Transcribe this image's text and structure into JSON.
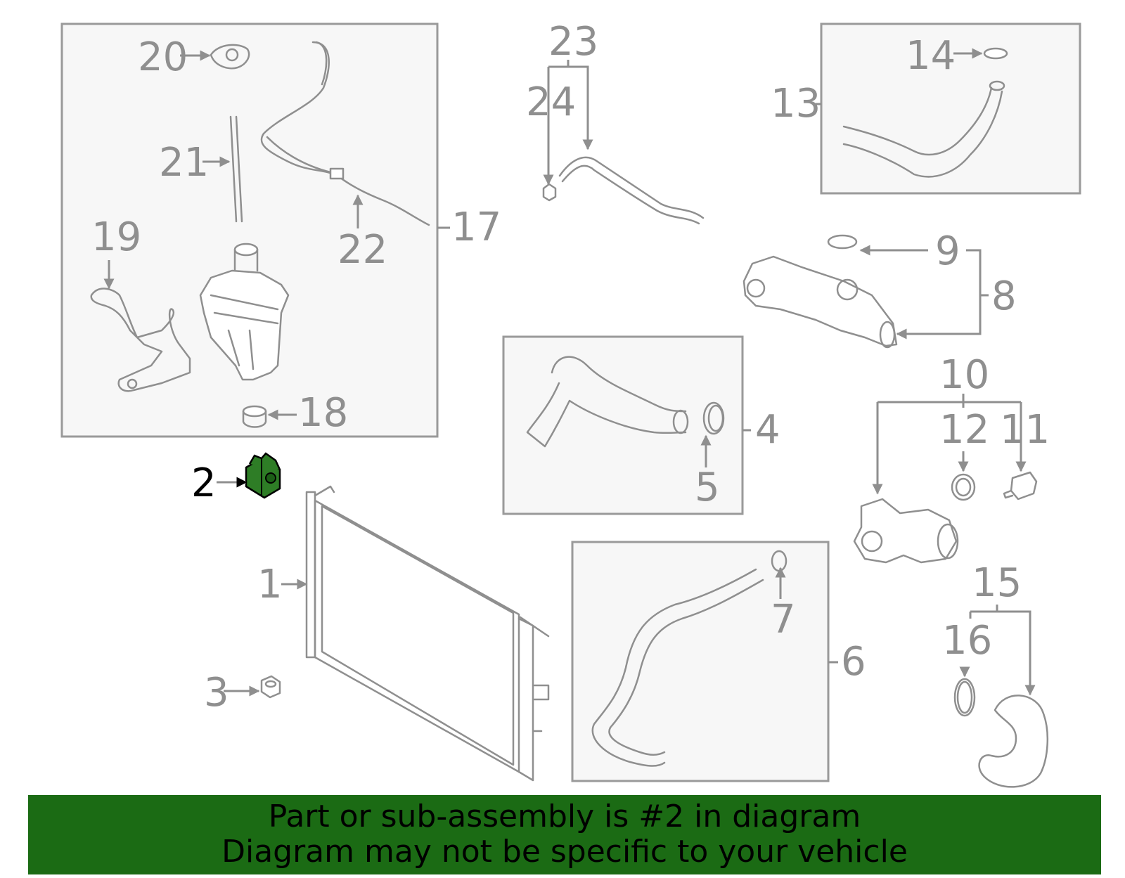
{
  "diagram": {
    "callouts": {
      "c1": "1",
      "c2": "2",
      "c3": "3",
      "c4": "4",
      "c5": "5",
      "c6": "6",
      "c7": "7",
      "c8": "8",
      "c9": "9",
      "c10": "10",
      "c11": "11",
      "c12": "12",
      "c13": "13",
      "c14": "14",
      "c15": "15",
      "c16": "16",
      "c17": "17",
      "c18": "18",
      "c19": "19",
      "c20": "20",
      "c21": "21",
      "c22": "22",
      "c23": "23",
      "c24": "24"
    },
    "highlight_color": "#1b6b14",
    "line_color": "#8f8f8f"
  },
  "banner": {
    "line1": "Part or sub-assembly is #2 in diagram",
    "line2": "Diagram may not be specific to your vehicle"
  }
}
